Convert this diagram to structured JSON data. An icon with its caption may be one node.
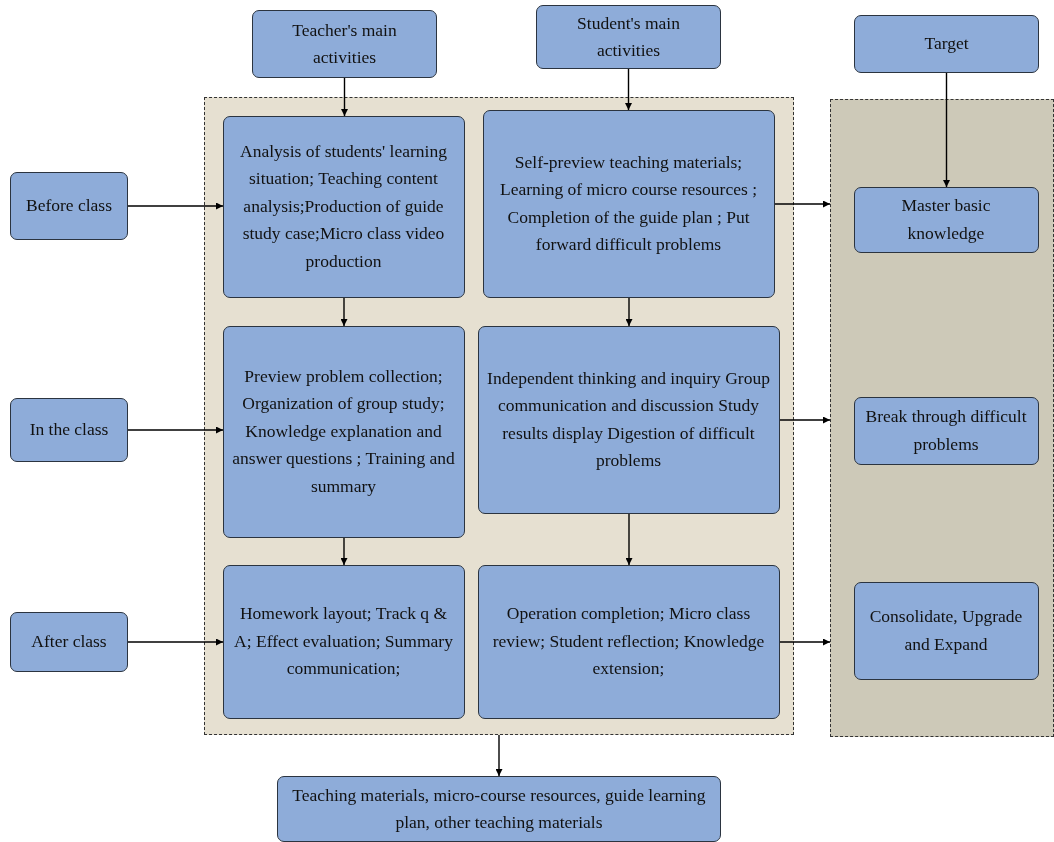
{
  "diagram": {
    "nodes": [
      {
        "text": [
          "Teacher's main activities"
        ]
      },
      {
        "text": [
          "Student's main activities"
        ]
      },
      {
        "text": [
          "Target"
        ]
      },
      {
        "text": [
          "Before class"
        ]
      },
      {
        "text": [],
        "shape": "box"
      },
      {
        "text": [
          "Analysis of students' learning situation; Teaching content analysis;Production of guide study case;Micro class video production"
        ],
        "in": 4
      },
      {
        "text": [
          "Self-preview teaching materials; Learning of micro course resources ; Completion of the guide plan ; Put forward difficult problems"
        ],
        "in": 4
      },
      {
        "text": [],
        "shape": "box"
      },
      {
        "text": [
          "Master basic knowledge"
        ],
        "in": 7
      },
      {
        "text": [
          "In the class"
        ]
      },
      {
        "text": [
          "Preview problem collection; Organization of group study; Knowledge explanation and answer questions ; Training and summary"
        ],
        "in": 4
      },
      {
        "text": [
          "Independent thinking and inquiry Group communication and discussion Study results display Digestion of difficult problems"
        ],
        "in": 4
      },
      {
        "text": [
          "Break through difficult problems"
        ],
        "in": 7
      },
      {
        "text": [
          "After class"
        ]
      },
      {
        "text": [
          "Homework layout; Track q & A; Effect evaluation; Summary communication;"
        ],
        "in": 4
      },
      {
        "text": [
          "Operation completion; Micro class review; Student reflection; Knowledge extension;"
        ],
        "in": 4
      },
      {
        "text": [
          "Consolidate, Upgrade and Expand"
        ],
        "in": 7
      },
      {
        "text": [
          "Teaching materials, micro-course resources, guide learning plan, other teaching materials"
        ]
      }
    ],
    "edges": [
      {
        "from": 0,
        "to": 5,
        "arrow": "to"
      },
      {
        "from": 1,
        "to": 6,
        "arrow": "to"
      },
      {
        "from": 2,
        "to": 8,
        "arrow": "to"
      },
      {
        "from": 3,
        "to": 5,
        "arrow": "to"
      },
      {
        "from": 6,
        "to": 7,
        "arrow": "to"
      },
      {
        "from": 5,
        "to": 10,
        "arrow": "to"
      },
      {
        "from": 6,
        "to": 11,
        "arrow": "to"
      },
      {
        "from": 9,
        "to": 10,
        "arrow": "to"
      },
      {
        "from": 11,
        "to": 7,
        "arrow": "to"
      },
      {
        "from": 10,
        "to": 14,
        "arrow": "to"
      },
      {
        "from": 11,
        "to": 15,
        "arrow": "to"
      },
      {
        "from": 13,
        "to": 14,
        "arrow": "to"
      },
      {
        "from": 15,
        "to": 7,
        "arrow": "to"
      },
      {
        "from": 4,
        "to": 17,
        "arrow": "to"
      }
    ]
  }
}
